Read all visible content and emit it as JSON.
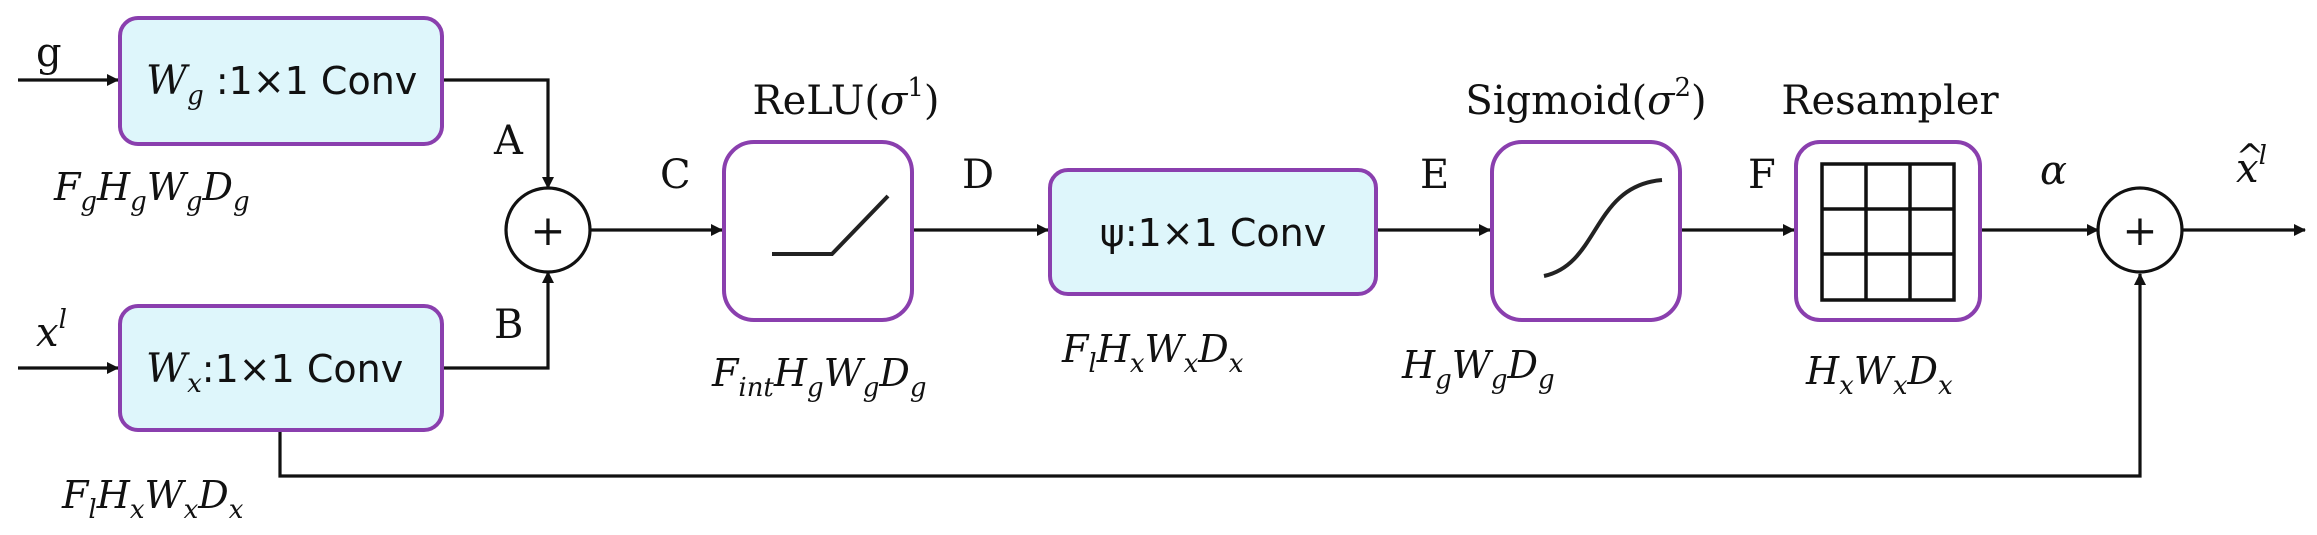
{
  "inputs": {
    "g": "g",
    "x": "x",
    "x_sup": "l"
  },
  "output": {
    "base": "x",
    "hat": "^",
    "sup": "l"
  },
  "blocks": {
    "wg": {
      "sym": "W",
      "sub": "g",
      "text": " :1×1 Conv"
    },
    "wx": {
      "sym": "W",
      "sub": "x",
      "text": ":1×1 Conv"
    },
    "psi": {
      "text": "ψ:1×1 Conv"
    },
    "relu": {
      "title": "ReLU(",
      "sym": "σ",
      "sup": "1",
      "close": ")"
    },
    "sigmoid": {
      "title": "Sigmoid(",
      "sym": "σ",
      "sup": "2",
      "close": ")"
    },
    "resampler": {
      "title": "Resampler"
    }
  },
  "operators": {
    "add1": "+",
    "add2": "+"
  },
  "edge_labels": {
    "A": "A",
    "B": "B",
    "C": "C",
    "D": "D",
    "E": "E",
    "F": "F",
    "alpha": "α"
  },
  "dims": {
    "wg": [
      {
        "t": "F",
        "s": "g"
      },
      {
        "t": "H",
        "s": "g"
      },
      {
        "t": "W",
        "s": "g"
      },
      {
        "t": "D",
        "s": "g"
      }
    ],
    "wx": [
      {
        "t": "F",
        "s": "l"
      },
      {
        "t": "H",
        "s": "x"
      },
      {
        "t": "W",
        "s": "x"
      },
      {
        "t": "D",
        "s": "x"
      }
    ],
    "relu": [
      {
        "t": "F",
        "s": "int"
      },
      {
        "t": "H",
        "s": "g"
      },
      {
        "t": "W",
        "s": "g"
      },
      {
        "t": "D",
        "s": "g"
      }
    ],
    "psi": [
      {
        "t": "F",
        "s": "l"
      },
      {
        "t": "H",
        "s": "x"
      },
      {
        "t": "W",
        "s": "x"
      },
      {
        "t": "D",
        "s": "x"
      }
    ],
    "sigmoid": [
      {
        "t": "H",
        "s": "g"
      },
      {
        "t": "W",
        "s": "g"
      },
      {
        "t": "D",
        "s": "g"
      }
    ],
    "resampler": [
      {
        "t": "H",
        "s": "x"
      },
      {
        "t": "W",
        "s": "x"
      },
      {
        "t": "D",
        "s": "x"
      }
    ]
  }
}
